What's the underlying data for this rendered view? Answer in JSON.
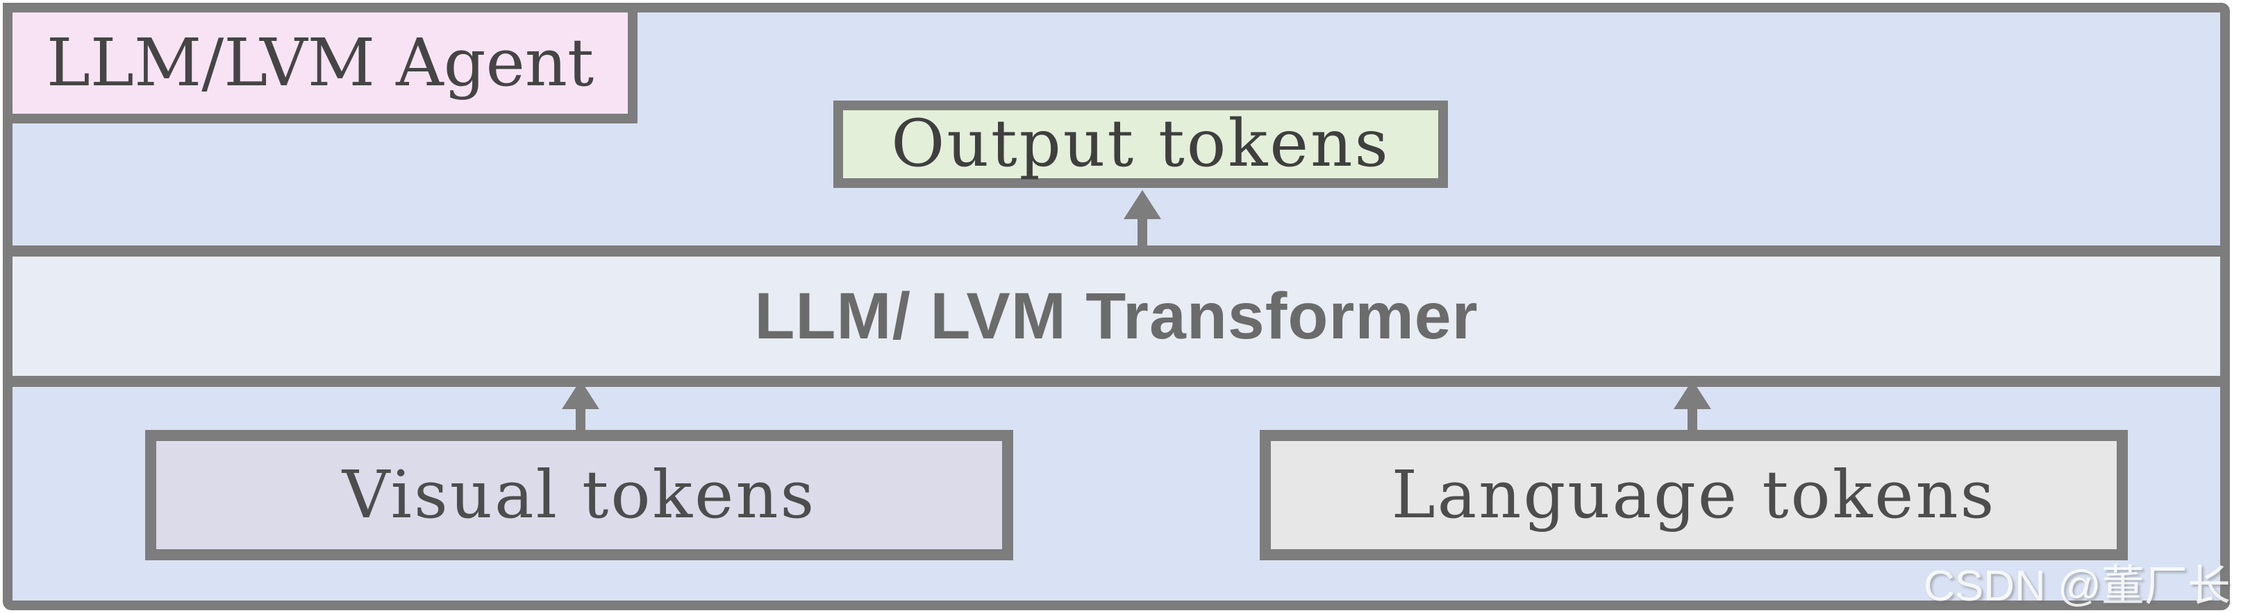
{
  "figure": {
    "container": {
      "name": "LLM/LVM Agent container",
      "fill": "#d9e2f4",
      "border_color": "#7d7d7d"
    },
    "nodes": {
      "agent": {
        "label": "LLM/LVM Agent",
        "fill": "#f8e3f5"
      },
      "output": {
        "label": "Output tokens",
        "fill": "#e3efd9"
      },
      "transformer": {
        "label": "LLM/ LVM Transformer",
        "fill": "#e8ecf4"
      },
      "visual": {
        "label": "Visual tokens",
        "fill": "#dcdbea"
      },
      "language": {
        "label": "Language tokens",
        "fill": "#e7e7e7"
      }
    },
    "arrows": [
      {
        "from": "transformer",
        "to": "output",
        "direction": "up"
      },
      {
        "from": "visual",
        "to": "transformer",
        "direction": "up"
      },
      {
        "from": "language",
        "to": "transformer",
        "direction": "up"
      }
    ],
    "watermark": {
      "text": "CSDN @董厂长",
      "color": "#ffffff"
    }
  }
}
